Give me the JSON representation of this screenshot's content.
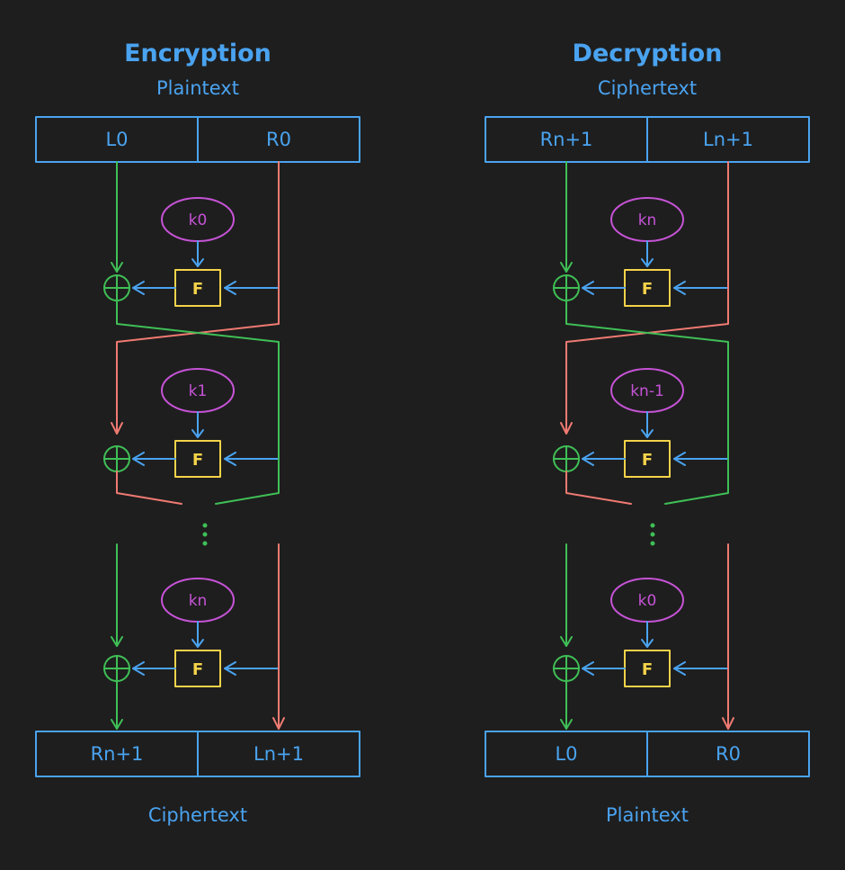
{
  "colors": {
    "background": "#1e1e1e",
    "blue": "#4aa3f0",
    "green": "#3fbf56",
    "red": "#ef7a72",
    "purple": "#c653d6",
    "yellow": "#f5d34a"
  },
  "encryption": {
    "title": "Encryption",
    "input_label": "Plaintext",
    "input_left": "L0",
    "input_right": "R0",
    "keys": [
      "k0",
      "k1",
      "kn"
    ],
    "function_label": "F",
    "output_left": "Rn+1",
    "output_right": "Ln+1",
    "output_label": "Ciphertext"
  },
  "decryption": {
    "title": "Decryption",
    "input_label": "Ciphertext",
    "input_left": "Rn+1",
    "input_right": "Ln+1",
    "keys": [
      "kn",
      "kn-1",
      "k0"
    ],
    "function_label": "F",
    "output_left": "L0",
    "output_right": "R0",
    "output_label": "Plaintext"
  }
}
